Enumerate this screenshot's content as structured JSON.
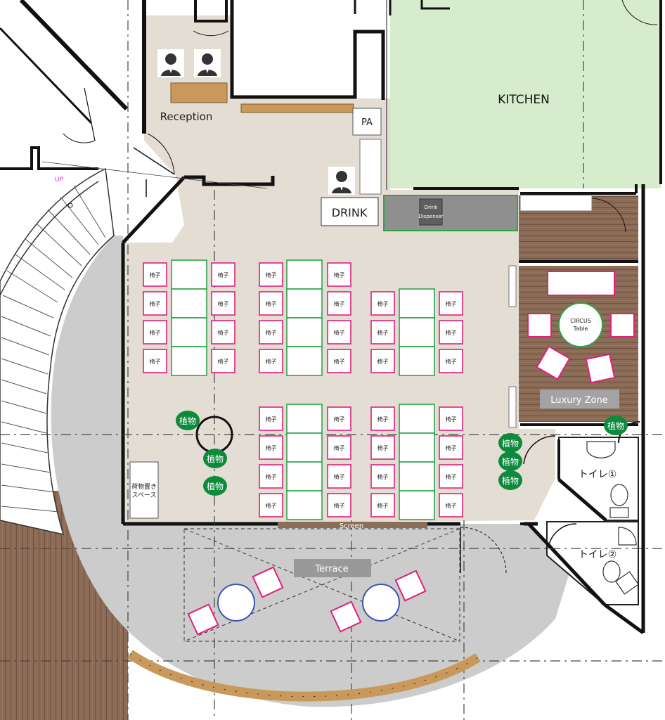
{
  "rooms": {
    "kitchen": "KITCHEN",
    "reception": "Reception",
    "pa": "PA",
    "drink": "DRINK",
    "drink_dispenser_line1": "Drink",
    "drink_dispenser_line2": "Dispenser",
    "luxury_zone": "Luxury Zone",
    "circus_table_line1": "CIRCUS",
    "circus_table_line2": "Table",
    "screen": "Screen",
    "terrace": "Terrace",
    "toilet_1": "トイレ①",
    "toilet_2": "トイレ②",
    "luggage_line1": "荷物置き",
    "luggage_line2": "スペース",
    "stair_mark": "UP"
  },
  "labels": {
    "chair": "椅子",
    "plant": "植物"
  },
  "colors": {
    "floor": "#e4ddd4",
    "kitchen": "#d6eccc",
    "terrace": "#cfcfcf",
    "deck": "#8a6a55",
    "chair_border": "#e0207c",
    "table_border": "#2ea34a",
    "plant": "#0e8a3c",
    "wall": "#111111",
    "counter": "#c8995a"
  },
  "icons": [
    "person-icon",
    "door-swing-icon",
    "toilet-icon",
    "sink-icon",
    "plant-icon"
  ]
}
